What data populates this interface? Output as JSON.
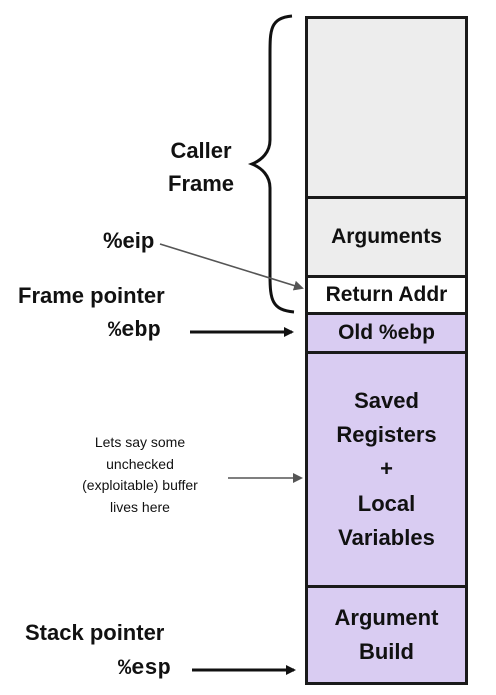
{
  "stack_segments": [
    {
      "label": ""
    },
    {
      "label": "Arguments"
    },
    {
      "label": "Return Addr"
    },
    {
      "label": "Old %ebp"
    },
    {
      "label": "Saved\nRegisters\n+\nLocal\nVariables"
    },
    {
      "label": "Argument\nBuild"
    }
  ],
  "labels": {
    "caller_frame": "Caller\nFrame",
    "eip": "%eip",
    "frame_pointer": "Frame pointer",
    "ebp": "%ebp",
    "buffer_note": "Lets say some\nunchecked\n(exploitable) buffer\nlives here",
    "stack_pointer": "Stack pointer",
    "esp": "%esp"
  },
  "colors": {
    "gray": "#ededed",
    "purple": "#d9ccf2",
    "border": "#1a1a1a"
  }
}
